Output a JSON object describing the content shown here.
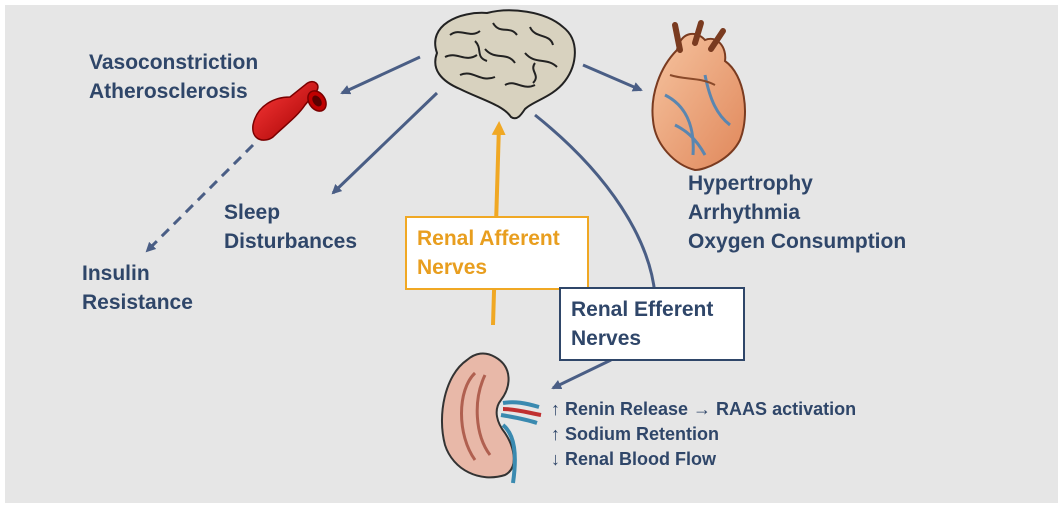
{
  "colors": {
    "background": "#e6e6e6",
    "text": "#2f4669",
    "arrow": "#4a5e85",
    "afferent": "#f0a824"
  },
  "icons": [
    "brain-icon",
    "heart-icon",
    "blood-vessel-icon",
    "kidney-icon"
  ],
  "labels": {
    "vascular": [
      "Vasoconstriction",
      "Atherosclerosis"
    ],
    "sleep": [
      "Sleep",
      "Disturbances"
    ],
    "insulin": [
      "Insulin",
      "Resistance"
    ],
    "heart": [
      "Hypertrophy",
      "Arrhythmia",
      "Oxygen Consumption"
    ],
    "afferent": [
      "Renal Afferent",
      "Nerves"
    ],
    "efferent": [
      "Renal Efferent",
      "Nerves"
    ]
  },
  "kidney_effects": [
    "↑ Renin Release → RAAS activation",
    "↑ Sodium Retention",
    "↓ Renal Blood Flow"
  ]
}
